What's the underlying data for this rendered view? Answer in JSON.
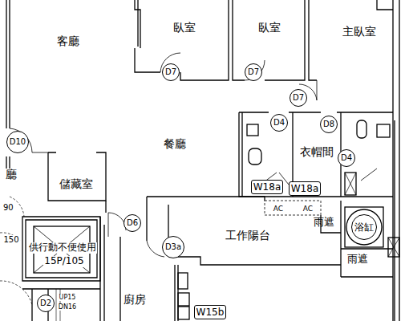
{
  "diagram": {
    "nodes": [
      {
        "text": [
          "D7"
        ]
      },
      {
        "text": [
          "D7"
        ]
      },
      {
        "text": [
          "D7"
        ]
      },
      {
        "text": [
          "D4"
        ]
      },
      {
        "text": [
          "D8"
        ]
      },
      {
        "text": [
          "D10"
        ]
      },
      {
        "text": [
          "D4"
        ]
      },
      {
        "text": [
          "W18a"
        ]
      },
      {
        "text": [
          "W18a"
        ]
      },
      {
        "text": [
          "浴缸"
        ]
      },
      {
        "text": [
          "D6"
        ]
      },
      {
        "text": [
          "D3a"
        ]
      },
      {
        "text": [
          "D2"
        ]
      },
      {
        "text": [
          "W15b"
        ]
      }
    ],
    "labels": [
      "客廳",
      "臥室",
      "臥室",
      "主臥室",
      "餐廳",
      "衣帽間",
      "儲藏室",
      "工作陽台",
      "雨遮",
      "雨遮",
      "廚房",
      "廳",
      "150",
      "供行動不便使用",
      "15P/105",
      "UP15",
      "DN16",
      "AC",
      "AC",
      "90"
    ]
  }
}
